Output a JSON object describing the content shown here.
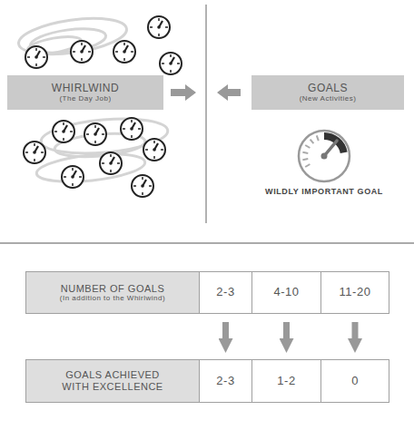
{
  "diagram": {
    "nodes": [
      {
        "text": [
          "WHIRLWIND",
          "(The Day Job)"
        ]
      },
      {
        "text": [
          "GOALS",
          "(New Activities)"
        ]
      },
      {
        "text": [
          "NUMBER OF GOALS",
          "(In addition to the Whirlwind)"
        ]
      },
      {
        "text": [
          "2-3"
        ]
      },
      {
        "text": [
          "4-10"
        ]
      },
      {
        "text": [
          "11-20"
        ]
      },
      {
        "text": [
          "GOALS ACHIEVED WITH EXCELLENCE"
        ]
      },
      {
        "text": [
          "2-3"
        ]
      },
      {
        "text": [
          "1-2"
        ]
      },
      {
        "text": [
          "0"
        ]
      }
    ],
    "edges": [
      {
        "from": 3,
        "to": 7,
        "arrow": "to"
      },
      {
        "from": 4,
        "to": 8,
        "arrow": "to"
      },
      {
        "from": 5,
        "to": 9,
        "arrow": "to"
      }
    ],
    "labels": [
      "WILDLY IMPORTANT GOAL"
    ]
  }
}
